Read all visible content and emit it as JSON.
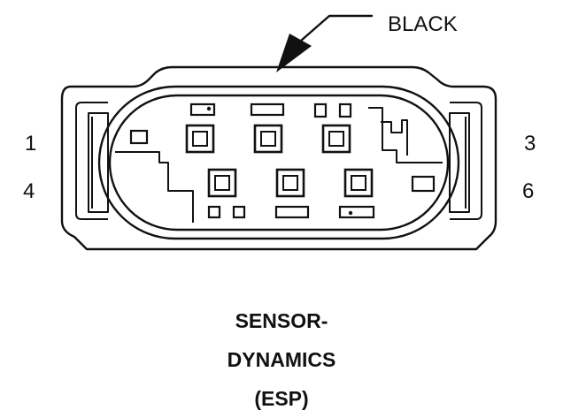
{
  "diagram": {
    "wire_color_label": "BLACK",
    "pin_labels": {
      "top_left": "1",
      "bottom_left": "4",
      "top_right": "3",
      "bottom_right": "6"
    },
    "caption": {
      "line1": "SENSOR-",
      "line2": "DYNAMICS",
      "line3": "(ESP)"
    }
  }
}
